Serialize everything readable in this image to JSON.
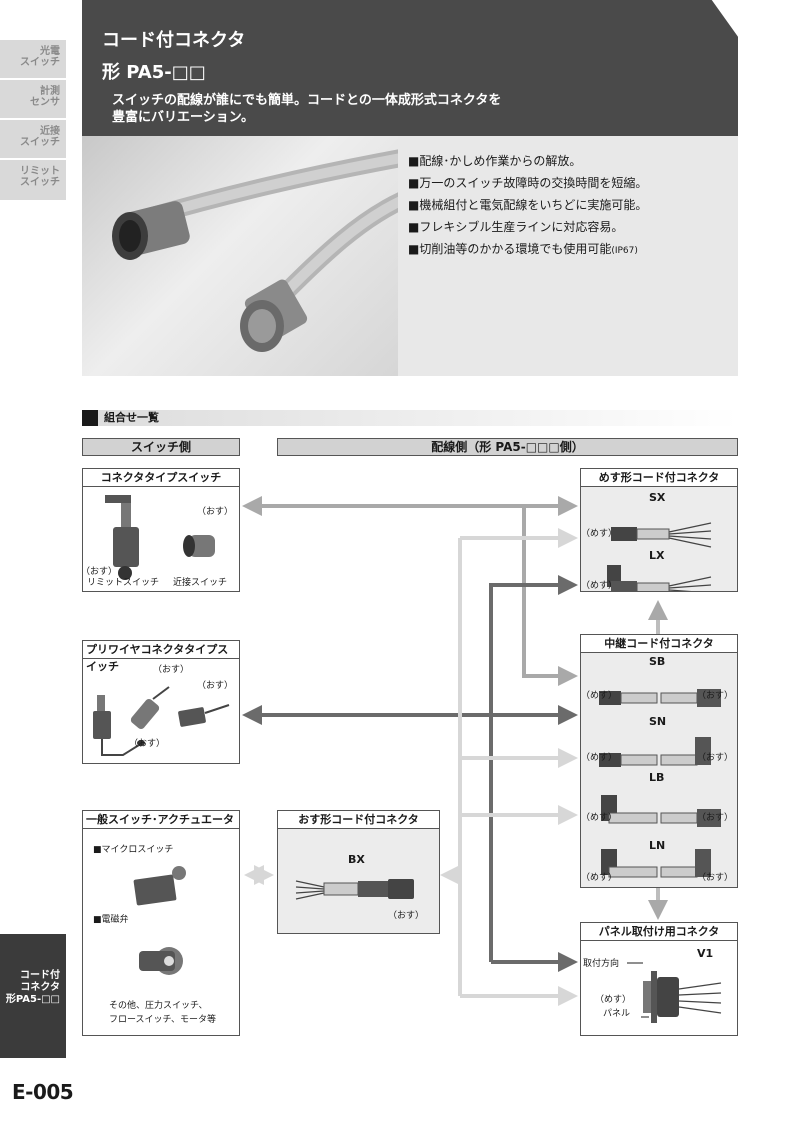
{
  "side_tabs": [
    {
      "l1": "光電",
      "l2": "スイッチ"
    },
    {
      "l1": "計測",
      "l2": "センサ"
    },
    {
      "l1": "近接",
      "l2": "スイッチ"
    },
    {
      "l1": "リミット",
      "l2": "スイッチ"
    }
  ],
  "active_tab": {
    "l1": "コード付",
    "l2": "コネクタ",
    "l3": "形PA5-□□"
  },
  "page_number": "E-005",
  "header": {
    "title": "コード付コネクタ",
    "model": "形 PA5-□□",
    "tagline_1": "スイッチの配線が誰にでも簡単。コードとの一体成形式コネクタを",
    "tagline_2": "豊富にバリエーション。"
  },
  "features": [
    "■配線･かしめ作業からの解放。",
    "■万一のスイッチ故障時の交換時間を短縮。",
    "■機械組付と電気配線をいちどに実施可能。",
    "■フレキシブル生産ラインに対応容易。",
    "■切削油等のかかる環境でも使用可能"
  ],
  "feature_ip": "(IP67)",
  "section_title": "組合せ一覧",
  "col_switch": "スイッチ側",
  "col_wiring": "配線側（形 PA5-□□□側）",
  "box_connector_switch": {
    "title": "コネクタタイプスイッチ",
    "male": "（おす）",
    "male_left": "（おす）",
    "limit": "リミットスイッチ",
    "prox": "近接スイッチ"
  },
  "box_prewire": {
    "title": "プリワイヤコネクタタイプスイッチ",
    "male_1": "（おす）",
    "male_2": "（おす）",
    "male_3": "（おす）"
  },
  "box_general": {
    "title": "一般スイッチ･アクチュエータ",
    "micro": "■マイクロスイッチ",
    "solenoid": "■電磁弁",
    "others_1": "その他、圧力スイッチ、",
    "others_2": "フロースイッチ、モータ等"
  },
  "box_male_cord": {
    "title": "おす形コード付コネクタ",
    "code": "BX",
    "male": "（おす）"
  },
  "box_female_cord": {
    "title": "めす形コード付コネクタ",
    "code_1": "SX",
    "code_2": "LX",
    "female_1": "（めす）",
    "female_2": "（めす）"
  },
  "box_relay": {
    "title": "中継コード付コネクタ",
    "items": [
      {
        "code": "SB",
        "female": "（めす）",
        "male": "（おす）"
      },
      {
        "code": "SN",
        "female": "（めす）",
        "male": "（おす）"
      },
      {
        "code": "LB",
        "female": "（めす）",
        "male": "（おす）"
      },
      {
        "code": "LN",
        "female": "（めす）",
        "male": "（おす）"
      }
    ]
  },
  "box_panel": {
    "title": "パネル取付け用コネクタ",
    "code": "V1",
    "direction": "取付方向",
    "female": "（めす）",
    "panel": "パネル"
  },
  "colors": {
    "header_bg": "#4a4a4a",
    "arrow_dark": "#6b6b6b",
    "arrow_mid": "#a9a9a9",
    "arrow_light": "#d7d7d7"
  }
}
